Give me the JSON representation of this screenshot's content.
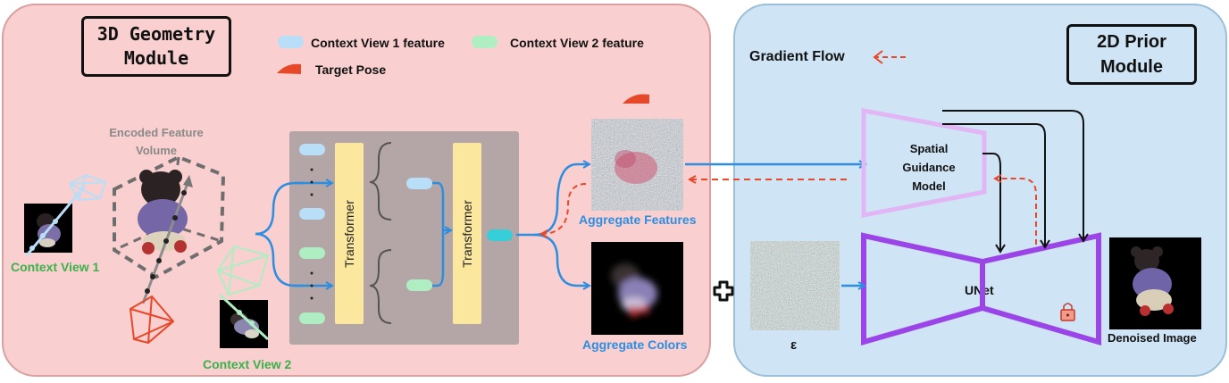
{
  "modules": {
    "geometry_title_line1": "3D Geometry",
    "geometry_title_line2": "Module",
    "prior_title_line1": "2D Prior",
    "prior_title_line2": "Module"
  },
  "legend": {
    "context_view_1_feature": "Context View 1 feature",
    "context_view_2_feature": "Context View 2 feature",
    "target_pose": "Target Pose",
    "gradient_flow": "Gradient Flow"
  },
  "labels": {
    "encoded_volume_line1": "Encoded Feature",
    "encoded_volume_line2": "Volume",
    "context_view_1": "Context View 1",
    "context_view_2": "Context View 2",
    "transformer_1": "Transformer",
    "transformer_2": "Transformer",
    "aggregate_features": "Aggregate Features",
    "aggregate_colors": "Aggregate Colors",
    "sgm_line1": "Spatial",
    "sgm_line2": "Guidance",
    "sgm_line3": "Model",
    "unet": "UNet",
    "epsilon": "ε",
    "denoised_image": "Denoised Image"
  },
  "colors": {
    "left_panel_bg": "#f9cfcf",
    "right_panel_bg": "#cfe4f5",
    "view1_feature": "#b9def7",
    "view2_feature": "#aeeec2",
    "target_pose": "#e8482a",
    "forward_arrow": "#2d8ee0",
    "gradient_arrow": "#e8482a",
    "unet_stroke": "#9b45e8",
    "sgm_stroke": "#e2b6f4",
    "transformer_bg": "#fbe79e",
    "aggregated_token": "#36cfd9"
  },
  "icons": [
    "lock-icon",
    "plus-icon",
    "camera-frustum-icon",
    "target-pose-icon"
  ]
}
